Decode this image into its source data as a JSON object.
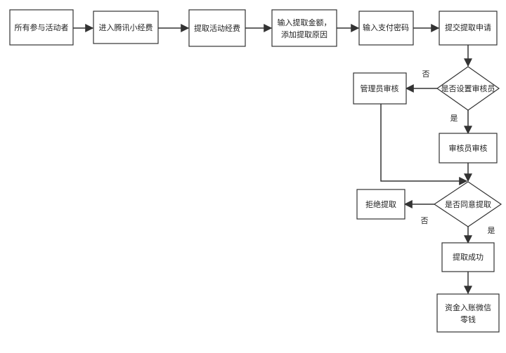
{
  "nodes": {
    "participants": "所有参与活动者",
    "enter_app": "进入腾讯小经费",
    "withdraw_funds": "提取活动经费",
    "input_amount_line1": "输入提取金额，",
    "input_amount_line2": "添加提取原因",
    "input_password": "输入支付密码",
    "submit_request": "提交提取申请",
    "has_reviewer": "是否设置审核员",
    "admin_review": "管理员审核",
    "reviewer_review": "审核员审核",
    "approve_decision": "是否同意提取",
    "reject": "拒绝提取",
    "success": "提取成功",
    "wallet_line1": "资金入账微信",
    "wallet_line2": "零钱"
  },
  "edge_labels": {
    "no_reviewer": "否",
    "yes_reviewer": "是",
    "no_approve": "否",
    "yes_approve": "是"
  },
  "colors": {
    "stroke": "#333333",
    "fill": "#ffffff",
    "text": "#222222"
  }
}
